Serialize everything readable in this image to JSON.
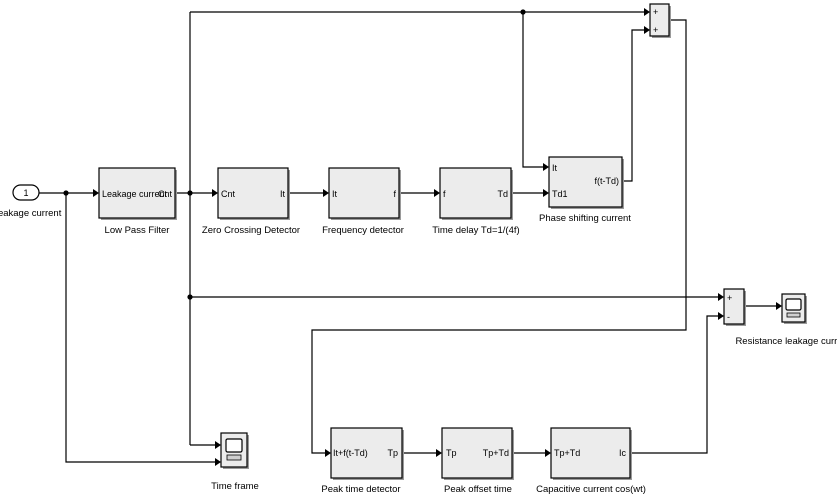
{
  "inport": {
    "number": "1",
    "caption": "Leakage current"
  },
  "lpf": {
    "in_port": "Leakage current",
    "out_port": "Cnt",
    "caption": "Low Pass Filter"
  },
  "zcd": {
    "in_port": "Cnt",
    "out_port": "It",
    "caption": "Zero Crossing Detector"
  },
  "freq": {
    "in_port": "It",
    "out_port": "f",
    "caption": "Frequency detector"
  },
  "tdelay": {
    "in_port": "f",
    "out_port": "Td",
    "caption": "Time delay Td=1/(4f)"
  },
  "phase": {
    "in_port_1": "It",
    "in_port_2": "Td1",
    "out_port": "f(t-Td)",
    "caption": "Phase shifting current"
  },
  "sum_top": {
    "sign_1": "+",
    "sign_2": "+"
  },
  "sum_right": {
    "sign_1": "+",
    "sign_2": "-"
  },
  "scope_res": {
    "caption": "Resistance leakage current"
  },
  "scope_time": {
    "caption": "Time frame"
  },
  "peak_td": {
    "in_port": "It+f(t-Td)",
    "out_port": "Tp",
    "caption": "Peak time detector"
  },
  "peak_off": {
    "in_port": "Tp",
    "out_port": "Tp+Td",
    "caption": "Peak offset time"
  },
  "cap_cur": {
    "in_port": "Tp+Td",
    "out_port": "Ic",
    "caption": "Capacitive current cos(wt)"
  }
}
